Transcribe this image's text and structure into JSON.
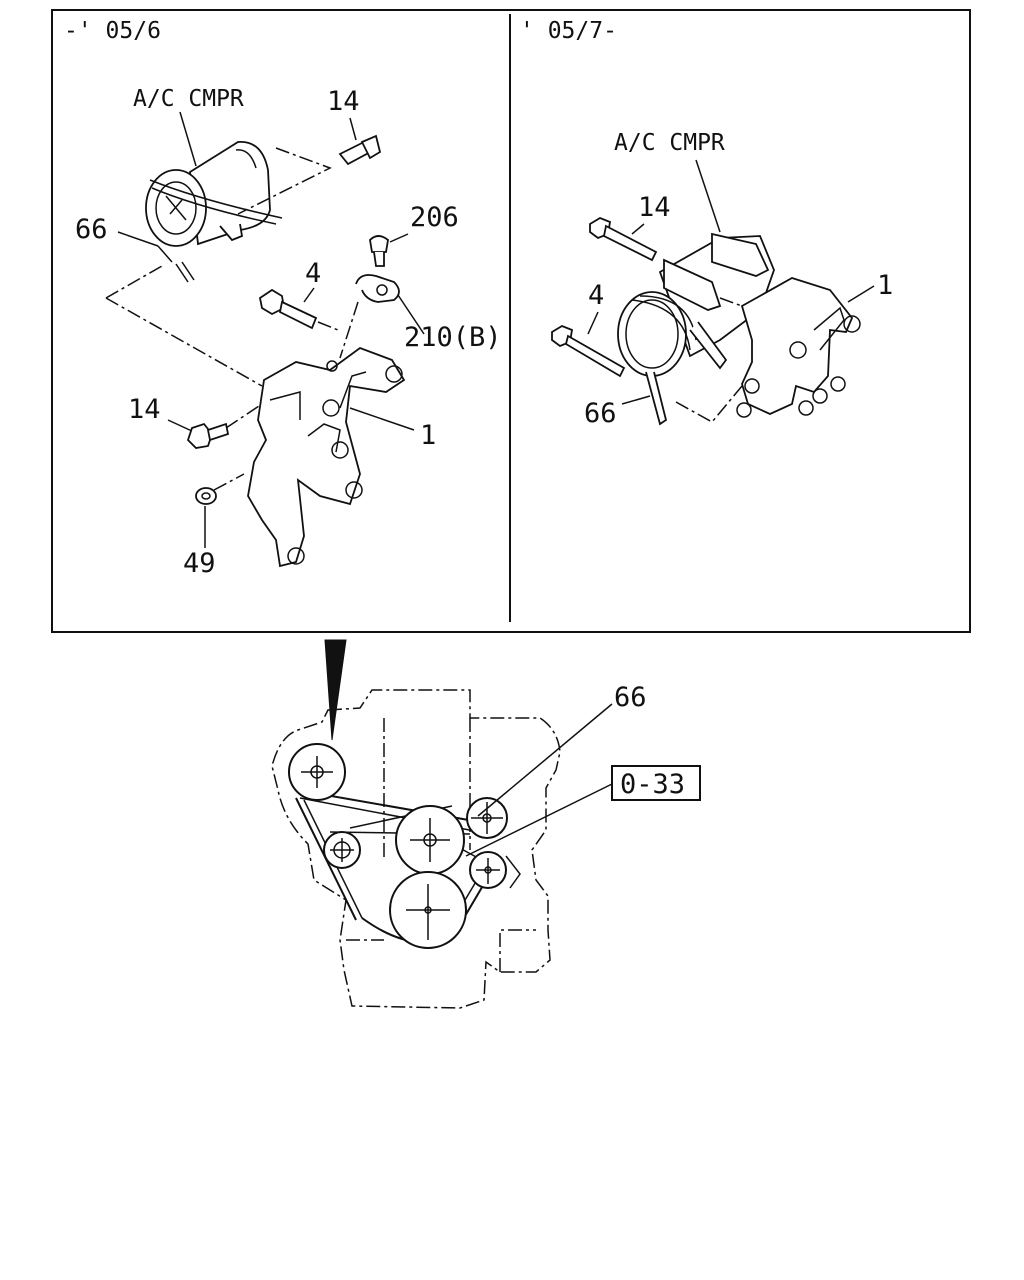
{
  "panels": {
    "left": {
      "period": "-' 05/6",
      "component": "A/C CMPR",
      "callouts": {
        "bolt_top": "14",
        "belt": "66",
        "bolt_mid": "4",
        "plug": "206",
        "clip": "210(B)",
        "bolt_low": "14",
        "bracket": "1",
        "nut": "49"
      }
    },
    "right": {
      "period": "' 05/7-",
      "component": "A/C CMPR",
      "callouts": {
        "bolt_long": "14",
        "bolt_short": "4",
        "bracket": "1",
        "belt": "66"
      }
    }
  },
  "engine": {
    "belt": "66",
    "ref": "0-33"
  }
}
